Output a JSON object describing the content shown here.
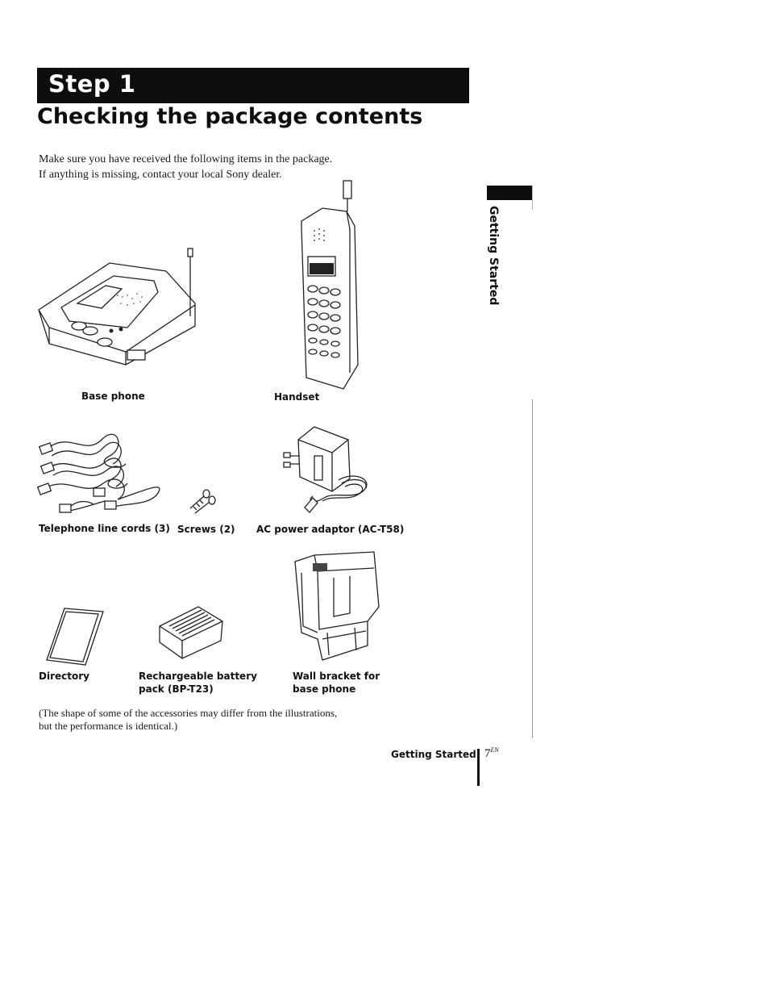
{
  "header": {
    "step_label": "Step 1",
    "title": "Checking the package contents"
  },
  "intro": {
    "line1": "Make sure you have received the following items in the package.",
    "line2": "If anything is missing, contact your local Sony dealer."
  },
  "items": [
    {
      "label": "Base phone"
    },
    {
      "label": "Handset"
    },
    {
      "label": "Telephone line cords (3)"
    },
    {
      "label": "Screws (2)"
    },
    {
      "label": "AC power adaptor (AC-T58)"
    },
    {
      "label": "Directory"
    },
    {
      "label_line1": "Rechargeable battery",
      "label_line2": "pack (BP-T23)"
    },
    {
      "label_line1": "Wall bracket for",
      "label_line2": "base phone"
    }
  ],
  "note": {
    "line1": "(The shape of some of the accessories may differ from the illustrations,",
    "line2": "but the performance is identical.)"
  },
  "side_tab": {
    "label": "Getting Started"
  },
  "footer": {
    "section": "Getting Started",
    "page_number": "7",
    "page_suffix": "EN"
  }
}
